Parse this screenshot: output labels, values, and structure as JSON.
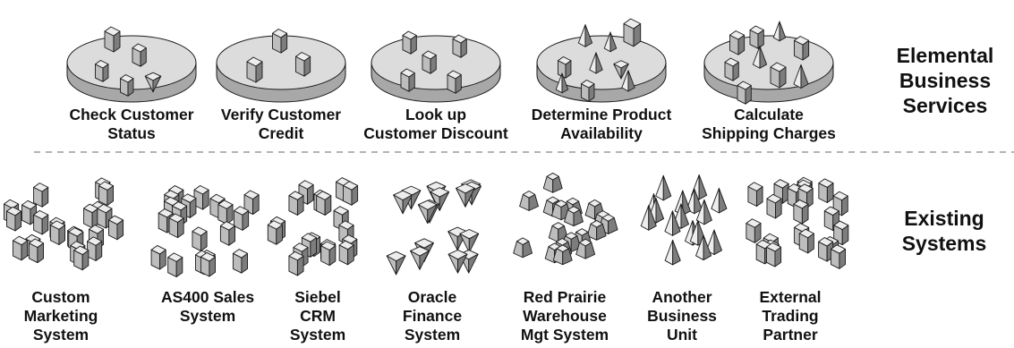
{
  "top_row": {
    "label": "Elemental Business Services",
    "label_lines": [
      "Elemental",
      "Business",
      "Services"
    ],
    "services": [
      {
        "lines": [
          "Check Customer",
          "Status"
        ]
      },
      {
        "lines": [
          "Verify Customer",
          "Credit"
        ]
      },
      {
        "lines": [
          "Look up",
          "Customer Discount"
        ]
      },
      {
        "lines": [
          "Determine Product",
          "Availability"
        ]
      },
      {
        "lines": [
          "Calculate",
          "Shipping Charges"
        ]
      }
    ]
  },
  "bottom_row": {
    "label": "Existing Systems",
    "label_lines": [
      "Existing",
      "Systems"
    ],
    "systems": [
      {
        "lines": [
          "Custom",
          "Marketing",
          "System"
        ],
        "shape": "block"
      },
      {
        "lines": [
          "AS400 Sales",
          "System"
        ],
        "shape": "block"
      },
      {
        "lines": [
          "Siebel",
          "CRM",
          "System"
        ],
        "shape": "block"
      },
      {
        "lines": [
          "Oracle",
          "Finance",
          "System"
        ],
        "shape": "inverted-pyramid"
      },
      {
        "lines": [
          "Red Prairie",
          "Warehouse",
          "Mgt System"
        ],
        "shape": "frustum"
      },
      {
        "lines": [
          "Another",
          "Business",
          "Unit"
        ],
        "shape": "pyramid"
      },
      {
        "lines": [
          "External",
          "Trading",
          "Partner"
        ],
        "shape": "block"
      }
    ]
  },
  "colors": {
    "light": "#ededed",
    "mid": "#bdbdbd",
    "dark": "#7d7d7d",
    "stroke": "#1a1a1a",
    "divider": "#9a9a9a"
  }
}
